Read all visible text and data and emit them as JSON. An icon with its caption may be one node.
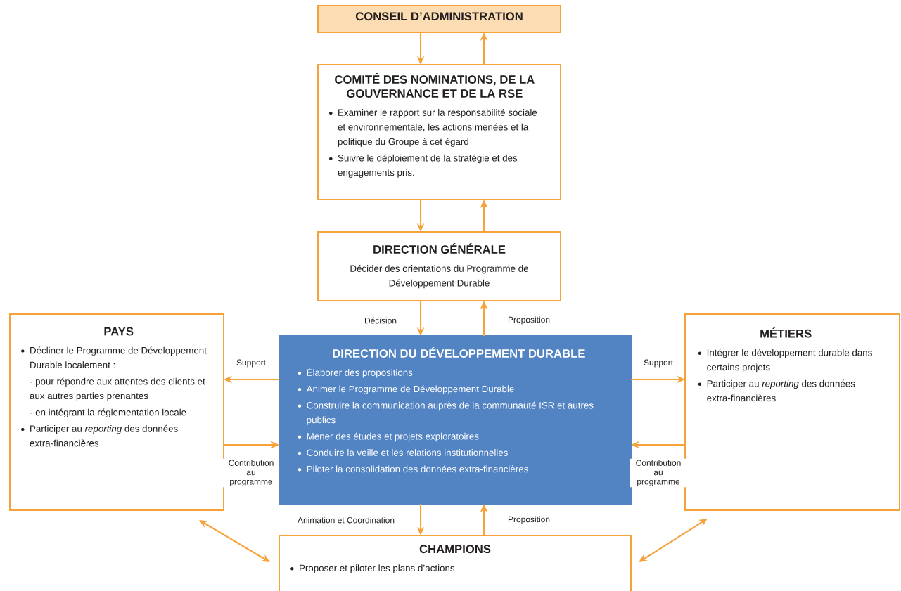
{
  "diagram": {
    "nodes": [
      {
        "text": [
          "CONSEIL D’ADMINISTRATION"
        ]
      },
      {
        "text": [
          "COMITÉ DES NOMINATIONS, DE LA GOUVERNANCE ET DE LA RSE",
          "Examiner le rapport sur la responsabilité sociale et environnementale, les actions menées et la politique du Groupe à cet égard",
          "Suivre le déploiement de la stratégie et des engagements pris."
        ]
      },
      {
        "text": [
          "DIRECTION GÉNÉRALE",
          "Décider des orientations du Programme de Développement Durable"
        ]
      },
      {
        "text": [
          "DIRECTION DU DÉVELOPPEMENT DURABLE",
          "Élaborer des propositions",
          "Animer le Programme de Développement Durable",
          "Construire la communication auprès de la communauté ISR et autres publics",
          "Mener des études et projets exploratoires",
          "Conduire la veille et les relations institutionnelles",
          "Piloter la consolidation des données extra-financières"
        ]
      },
      {
        "text": [
          "PAYS",
          "Décliner le Programme de Développement Durable localement :",
          "- pour répondre aux attentes des clients et aux autres parties prenantes",
          "- en intégrant la réglementation locale",
          "Participer au *reporting* des données extra-financières"
        ]
      },
      {
        "text": [
          "MÉTIERS",
          "Intégrer le développement durable dans certains projets",
          "Participer au *reporting* des données extra-financières"
        ]
      },
      {
        "text": [
          "CHAMPIONS",
          "Proposer et piloter les plans d’actions"
        ]
      }
    ],
    "edges": [
      {
        "from": 0,
        "to": 1,
        "arrow": "to"
      },
      {
        "from": 1,
        "to": 0,
        "arrow": "to"
      },
      {
        "from": 1,
        "to": 2,
        "arrow": "to"
      },
      {
        "from": 2,
        "to": 1,
        "arrow": "to"
      },
      {
        "from": 2,
        "to": 3,
        "arrow": "to",
        "label": "Décision"
      },
      {
        "from": 3,
        "to": 2,
        "arrow": "to",
        "label": "Proposition"
      },
      {
        "from": 3,
        "to": 4,
        "arrow": "to",
        "label": "Support"
      },
      {
        "from": 4,
        "to": 3,
        "arrow": "to",
        "label": "Contribution au programme"
      },
      {
        "from": 3,
        "to": 5,
        "arrow": "to",
        "label": "Support"
      },
      {
        "from": 5,
        "to": 3,
        "arrow": "to",
        "label": "Contribution au programme"
      },
      {
        "from": 3,
        "to": 6,
        "arrow": "to",
        "label": "Animation et Coordination"
      },
      {
        "from": 6,
        "to": 3,
        "arrow": "to",
        "label": "Proposition"
      },
      {
        "from": 4,
        "to": 6,
        "arrow": "both"
      },
      {
        "from": 5,
        "to": 6,
        "arrow": "both"
      }
    ]
  }
}
